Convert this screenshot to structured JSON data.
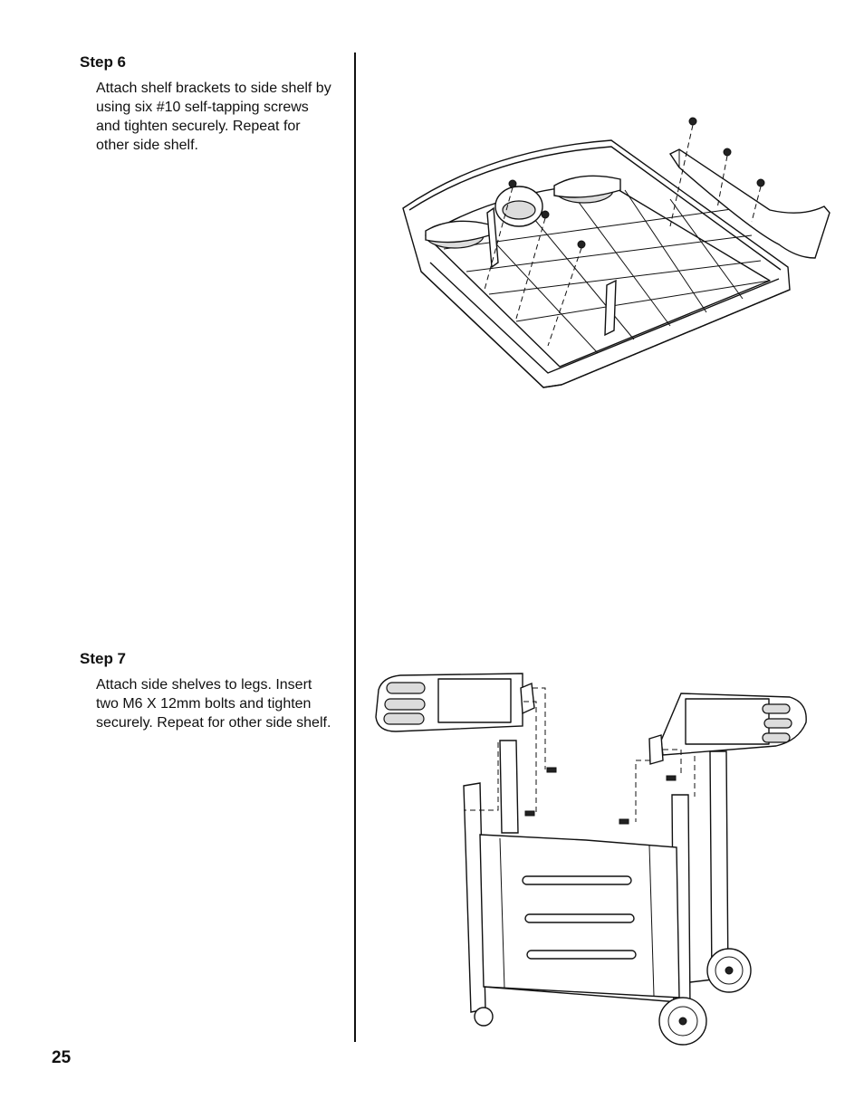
{
  "steps": [
    {
      "title": "Step 6",
      "text": "Attach shelf brackets to side shelf by using six #10 self-tapping screws and tighten securely. Repeat for other side shelf."
    },
    {
      "title": "Step 7",
      "text": "Attach side shelves to legs. Insert two M6 X 12mm bolts and tighten securely. Repeat for other side shelf."
    }
  ],
  "page_number": "25"
}
